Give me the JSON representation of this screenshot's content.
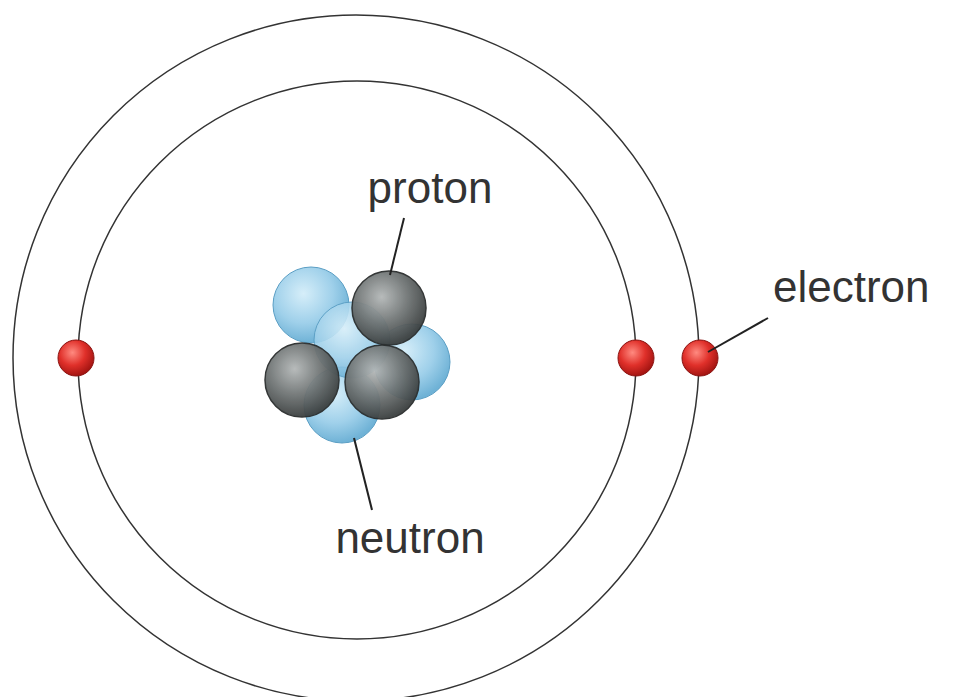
{
  "diagram": {
    "labels": [
      "proton",
      "neutron",
      "electron"
    ]
  }
}
